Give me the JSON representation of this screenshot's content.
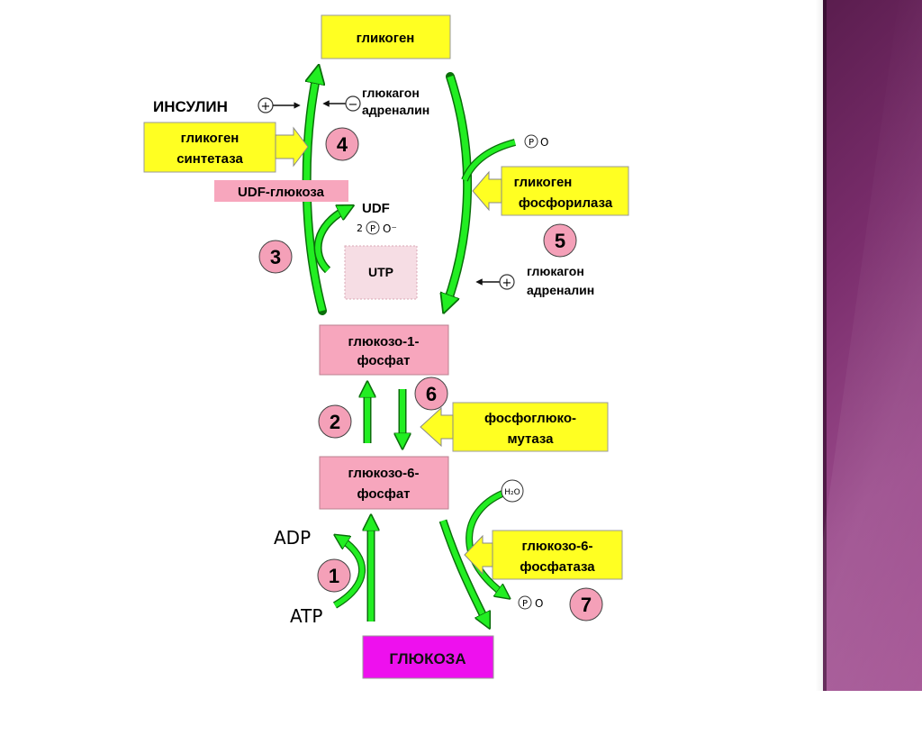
{
  "nodes": {
    "glycogen": "гликоген",
    "glucose_1_phosphate": [
      "глюкозо-1-",
      "фосфат"
    ],
    "glucose_6_phosphate": [
      "глюкозо-6-",
      "фосфат"
    ],
    "glucose": "ГЛЮКОЗА",
    "udf_glucose": "UDF-глюкоза",
    "utp": "UTP"
  },
  "enzymes": {
    "glycogen_synthase": [
      "гликоген",
      "синтетаза"
    ],
    "glycogen_phosphorylase": [
      "гликоген",
      "фосфорилаза"
    ],
    "phosphoglucomutase": [
      "фосфоглюко-",
      "мутаза"
    ],
    "glucose_6_phosphatase": [
      "глюкозо-6-",
      "фосфатаза"
    ]
  },
  "regulators": {
    "insulin": "ИНСУЛИН",
    "glucagon_adrenaline_top": [
      "глюкагон",
      "адреналин"
    ],
    "glucagon_adrenaline_bottom": [
      "глюкагон",
      "адреналин"
    ],
    "plus": "+",
    "minus": "−"
  },
  "molecules": {
    "adp": "ADP",
    "atp": "ATP",
    "udf": "UDF",
    "udf_coeff": "2",
    "p": "P",
    "o": "O",
    "o_minus": "O⁻",
    "h2o": "H₂O"
  },
  "steps": [
    "1",
    "2",
    "3",
    "4",
    "5",
    "6",
    "7"
  ],
  "colors": {
    "arrow_green": "#22ee22",
    "arrow_outline": "#0a6e0a",
    "enzyme_yellow": "#ffff22",
    "node_pink": "#f7a6bd",
    "step_pink": "#f4a0b8",
    "glucose_magenta": "#ee10ee",
    "utp_fill": "#f6dde4",
    "side_panel": "#7a2d6c"
  }
}
